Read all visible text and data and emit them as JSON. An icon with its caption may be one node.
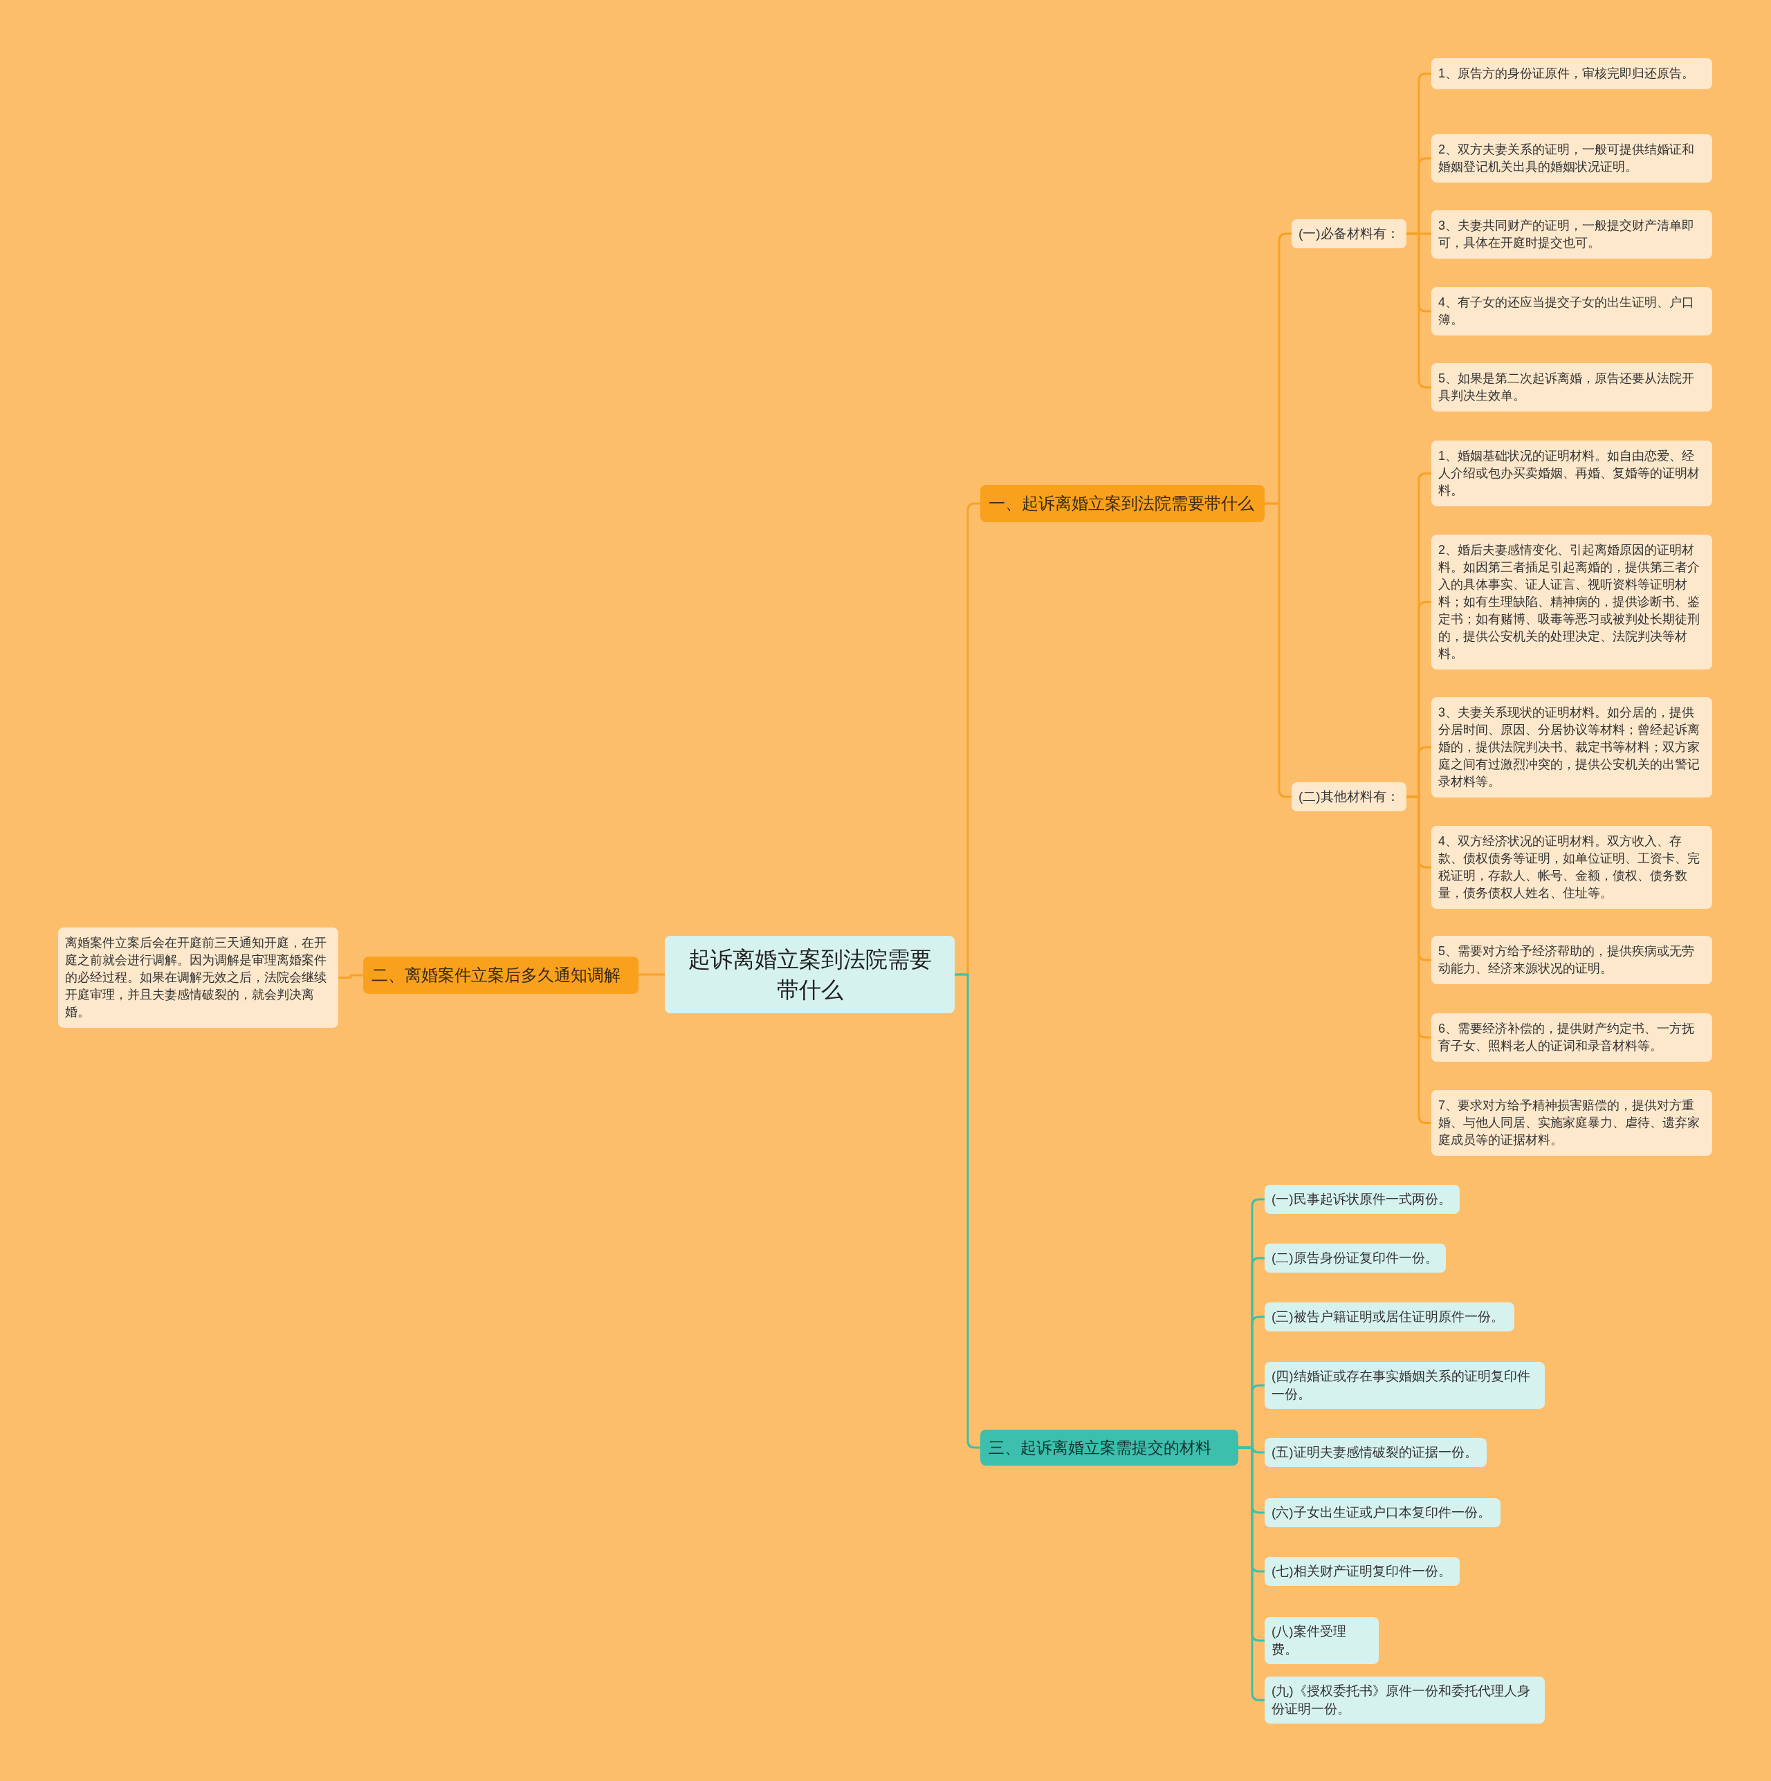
{
  "diagram": {
    "nodes": [
      {
        "text": [
          "起诉离婚立案到法院需要带什么"
        ]
      },
      {
        "text": [
          "一、起诉离婚立案到法院需要带什么"
        ]
      },
      {
        "text": [
          "(一)必备材料有："
        ]
      },
      {
        "text": [
          "1、原告方的身份证原件，审核完即归还原告。"
        ]
      },
      {
        "text": [
          "2、双方夫妻关系的证明，一般可提供结婚证和婚姻登记机关出具的婚姻状况证明。"
        ]
      },
      {
        "text": [
          "3、夫妻共同财产的证明，一般提交财产清单即可，具体在开庭时提交也可。"
        ]
      },
      {
        "text": [
          "4、有子女的还应当提交子女的出生证明、户口簿。"
        ]
      },
      {
        "text": [
          "5、如果是第二次起诉离婚，原告还要从法院开具判决生效单。"
        ]
      },
      {
        "text": [
          "(二)其他材料有："
        ]
      },
      {
        "text": [
          "1、婚姻基础状况的证明材料。如自由恋爱、经人介绍或包办买卖婚姻、再婚、复婚等的证明材料。"
        ]
      },
      {
        "text": [
          "2、婚后夫妻感情变化、引起离婚原因的证明材料。如因第三者插足引起离婚的，提供第三者介入的具体事实、证人证言、视听资料等证明材料；如有生理缺陷、精神病的，提供诊断书、鉴定书；如有赌博、吸毒等恶习或被判处长期徒刑的，提供公安机关的处理决定、法院判决等材料。"
        ]
      },
      {
        "text": [
          "3、夫妻关系现状的证明材料。如分居的，提供分居时间、原因、分居协议等材料；曾经起诉离婚的，提供法院判决书、裁定书等材料；双方家庭之间有过激烈冲突的，提供公安机关的出警记录材料等。"
        ]
      },
      {
        "text": [
          "4、双方经济状况的证明材料。双方收入、存款、债权债务等证明，如单位证明、工资卡、完税证明，存款人、帐号、金额，债权、债务数量，债务债权人姓名、住址等。"
        ]
      },
      {
        "text": [
          "5、需要对方给予经济帮助的，提供疾病或无劳动能力、经济来源状况的证明。"
        ]
      },
      {
        "text": [
          "6、需要经济补偿的，提供财产约定书、一方抚育子女、照料老人的证词和录音材料等。"
        ]
      },
      {
        "text": [
          "7、要求对方给予精神损害赔偿的，提供对方重婚、与他人同居、实施家庭暴力、虐待、遗弃家庭成员等的证据材料。"
        ]
      },
      {
        "text": [
          "二、离婚案件立案后多久通知调解"
        ]
      },
      {
        "text": [
          "离婚案件立案后会在开庭前三天通知开庭，在开庭之前就会进行调解。因为调解是审理离婚案件的必经过程。如果在调解无效之后，法院会继续开庭审理，并且夫妻感情破裂的，就会判决离婚。"
        ]
      },
      {
        "text": [
          "三、起诉离婚立案需提交的材料"
        ]
      },
      {
        "text": [
          "(一)民事起诉状原件一式两份。"
        ]
      },
      {
        "text": [
          "(二)原告身份证复印件一份。"
        ]
      },
      {
        "text": [
          "(三)被告户籍证明或居住证明原件一份。"
        ]
      },
      {
        "text": [
          "(四)结婚证或存在事实婚姻关系的证明复印件一份。"
        ]
      },
      {
        "text": [
          "(五)证明夫妻感情破裂的证据一份。"
        ]
      },
      {
        "text": [
          "(六)子女出生证或户口本复印件一份。"
        ]
      },
      {
        "text": [
          "(七)相关财产证明复印件一份。"
        ]
      },
      {
        "text": [
          "(八)案件受理费。"
        ]
      },
      {
        "text": [
          "(九)《授权委托书》原件一份和委托代理人身份证明一份。"
        ]
      }
    ],
    "edges": [
      {
        "from": 0,
        "to": 1,
        "arrow": "none"
      },
      {
        "from": 1,
        "to": 2,
        "arrow": "none"
      },
      {
        "from": 2,
        "to": 3,
        "arrow": "none"
      },
      {
        "from": 2,
        "to": 4,
        "arrow": "none"
      },
      {
        "from": 2,
        "to": 5,
        "arrow": "none"
      },
      {
        "from": 2,
        "to": 6,
        "arrow": "none"
      },
      {
        "from": 2,
        "to": 7,
        "arrow": "none"
      },
      {
        "from": 1,
        "to": 8,
        "arrow": "none"
      },
      {
        "from": 8,
        "to": 9,
        "arrow": "none"
      },
      {
        "from": 8,
        "to": 10,
        "arrow": "none"
      },
      {
        "from": 8,
        "to": 11,
        "arrow": "none"
      },
      {
        "from": 8,
        "to": 12,
        "arrow": "none"
      },
      {
        "from": 8,
        "to": 13,
        "arrow": "none"
      },
      {
        "from": 8,
        "to": 14,
        "arrow": "none"
      },
      {
        "from": 8,
        "to": 15,
        "arrow": "none"
      },
      {
        "from": 0,
        "to": 16,
        "arrow": "none"
      },
      {
        "from": 16,
        "to": 17,
        "arrow": "none"
      },
      {
        "from": 0,
        "to": 18,
        "arrow": "none",
        "color": "#3cbfad"
      },
      {
        "from": 18,
        "to": 19,
        "arrow": "none",
        "color": "#3cbfad"
      },
      {
        "from": 18,
        "to": 20,
        "arrow": "none",
        "color": "#3cbfad"
      },
      {
        "from": 18,
        "to": 21,
        "arrow": "none",
        "color": "#3cbfad"
      },
      {
        "from": 18,
        "to": 22,
        "arrow": "none",
        "color": "#3cbfad"
      },
      {
        "from": 18,
        "to": 23,
        "arrow": "none",
        "color": "#3cbfad"
      },
      {
        "from": 18,
        "to": 24,
        "arrow": "none",
        "color": "#3cbfad"
      },
      {
        "from": 18,
        "to": 25,
        "arrow": "none",
        "color": "#3cbfad"
      },
      {
        "from": 18,
        "to": 26,
        "arrow": "none",
        "color": "#3cbfad"
      },
      {
        "from": 18,
        "to": 27,
        "arrow": "none",
        "color": "#3cbfad"
      }
    ]
  }
}
